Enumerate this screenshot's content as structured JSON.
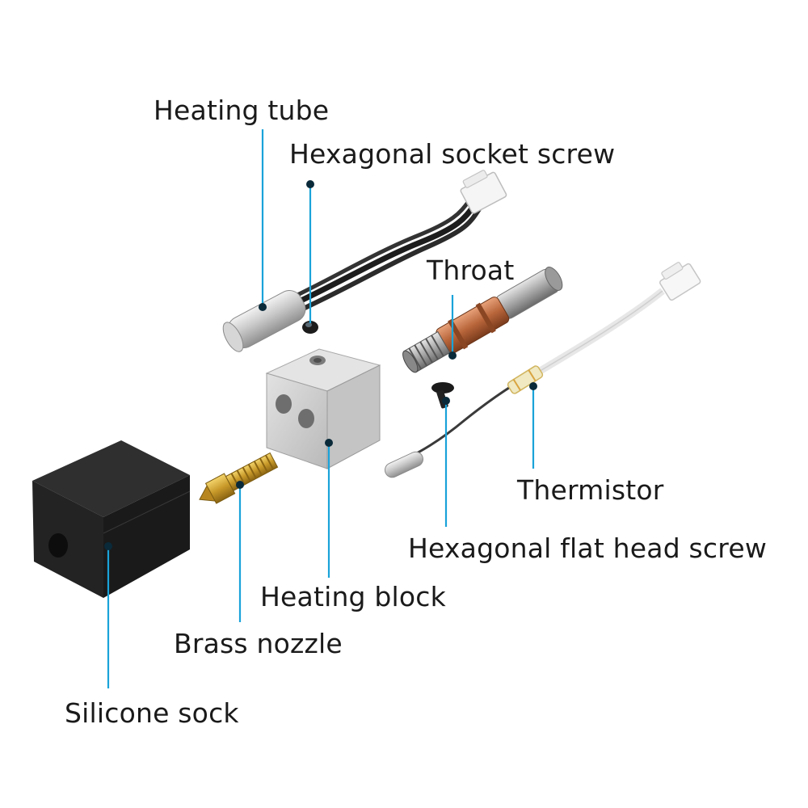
{
  "colors": {
    "leader": "#1aa3d9",
    "dot": "#0a2a3a",
    "background": "#ffffff"
  },
  "labels": {
    "heating_tube": "Heating tube",
    "hex_socket_screw": "Hexagonal socket screw",
    "throat": "Throat",
    "thermistor": "Thermistor",
    "hex_flat_head_screw": "Hexagonal flat head screw",
    "heating_block": "Heating block",
    "brass_nozzle": "Brass nozzle",
    "silicone_sock": "Silicone sock"
  }
}
